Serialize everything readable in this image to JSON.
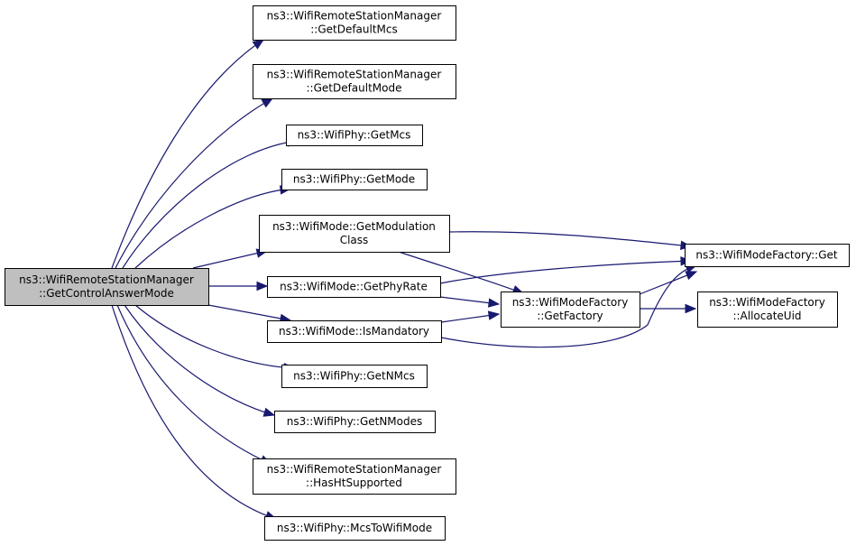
{
  "colors": {
    "edge": "#191970",
    "root_fill": "#bfbfbf",
    "node_fill": "#ffffff",
    "border": "#000000"
  },
  "nodes": {
    "root": [
      "ns3::WifiRemoteStationManager",
      "::GetControlAnswerMode"
    ],
    "get_default_mcs": [
      "ns3::WifiRemoteStationManager",
      "::GetDefaultMcs"
    ],
    "get_default_mode": [
      "ns3::WifiRemoteStationManager",
      "::GetDefaultMode"
    ],
    "get_mcs": [
      "ns3::WifiPhy::GetMcs"
    ],
    "get_mode": [
      "ns3::WifiPhy::GetMode"
    ],
    "get_modulation_class": [
      "ns3::WifiMode::GetModulation",
      "Class"
    ],
    "get_phy_rate": [
      "ns3::WifiMode::GetPhyRate"
    ],
    "is_mandatory": [
      "ns3::WifiMode::IsMandatory"
    ],
    "get_n_mcs": [
      "ns3::WifiPhy::GetNMcs"
    ],
    "get_n_modes": [
      "ns3::WifiPhy::GetNModes"
    ],
    "has_ht_supported": [
      "ns3::WifiRemoteStationManager",
      "::HasHtSupported"
    ],
    "mcs_to_wifi_mode": [
      "ns3::WifiPhy::McsToWifiMode"
    ],
    "factory_get_factory": [
      "ns3::WifiModeFactory",
      "::GetFactory"
    ],
    "factory_get": [
      "ns3::WifiModeFactory::Get"
    ],
    "factory_allocate_uid": [
      "ns3::WifiModeFactory",
      "::AllocateUid"
    ]
  },
  "edges": [
    [
      "root",
      "get_default_mcs"
    ],
    [
      "root",
      "get_default_mode"
    ],
    [
      "root",
      "get_mcs"
    ],
    [
      "root",
      "get_mode"
    ],
    [
      "root",
      "get_modulation_class"
    ],
    [
      "root",
      "get_phy_rate"
    ],
    [
      "root",
      "is_mandatory"
    ],
    [
      "root",
      "get_n_mcs"
    ],
    [
      "root",
      "get_n_modes"
    ],
    [
      "root",
      "has_ht_supported"
    ],
    [
      "root",
      "mcs_to_wifi_mode"
    ],
    [
      "get_modulation_class",
      "factory_get"
    ],
    [
      "get_modulation_class",
      "factory_get_factory"
    ],
    [
      "get_phy_rate",
      "factory_get"
    ],
    [
      "get_phy_rate",
      "factory_get_factory"
    ],
    [
      "is_mandatory",
      "factory_get_factory"
    ],
    [
      "is_mandatory",
      "factory_get"
    ],
    [
      "factory_get_factory",
      "factory_get"
    ],
    [
      "factory_get_factory",
      "factory_allocate_uid"
    ]
  ]
}
